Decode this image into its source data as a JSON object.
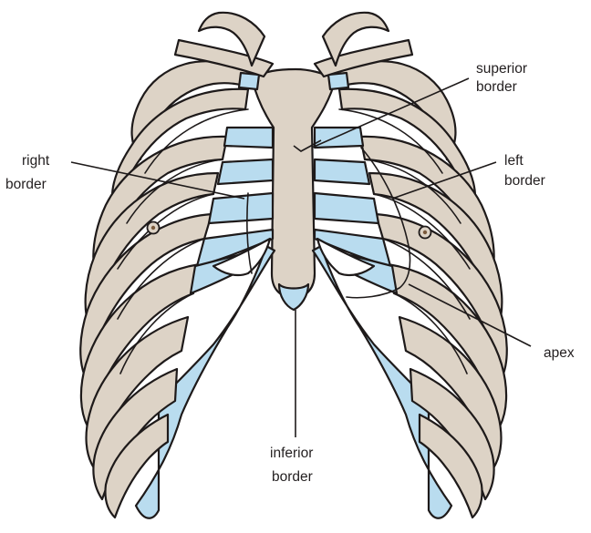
{
  "colors": {
    "bone": "#ddd3c6",
    "cartilage": "#b9dcef",
    "outline": "#1e1a1a",
    "label": "#231f20"
  },
  "icons": {
    "nipple_left_of_image": "nipple-marker-icon",
    "nipple_right_of_image": "nipple-marker-icon"
  },
  "labels": {
    "superior_border": [
      "superior",
      "border"
    ],
    "right_border": [
      "right",
      "border"
    ],
    "left_border": [
      "left",
      "border"
    ],
    "apex": "apex",
    "inferior_border": [
      "inferior",
      "border"
    ]
  }
}
